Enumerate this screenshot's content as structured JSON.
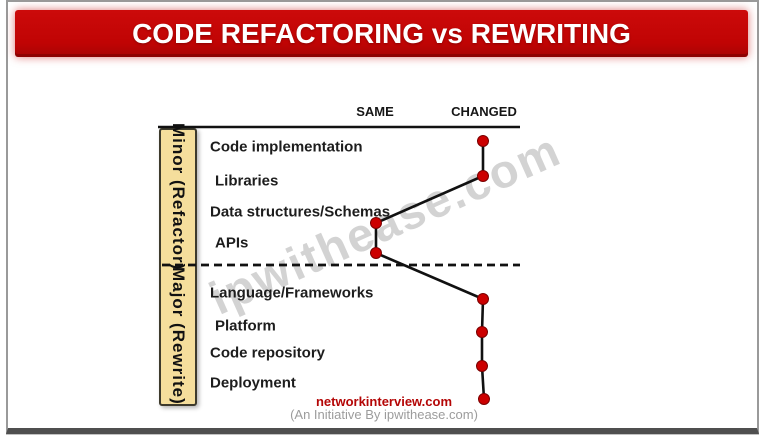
{
  "title": "CODE REFACTORING vs REWRITING",
  "columns": {
    "same_label": "SAME",
    "changed_label": "CHANGED"
  },
  "sections": [
    {
      "label": "Minor (Refactor)"
    },
    {
      "label": "Major (Rewrite)"
    }
  ],
  "rows": [
    {
      "label": "Code implementation",
      "section": "Minor (Refactor)",
      "status": "CHANGED"
    },
    {
      "label": "Libraries",
      "section": "Minor (Refactor)",
      "status": "CHANGED"
    },
    {
      "label": "Data structures/Schemas",
      "section": "Minor (Refactor)",
      "status": "SAME"
    },
    {
      "label": "APIs",
      "section": "Minor (Refactor)",
      "status": "SAME"
    },
    {
      "label": "Language/Frameworks",
      "section": "Major (Rewrite)",
      "status": "CHANGED"
    },
    {
      "label": "Platform",
      "section": "Major (Rewrite)",
      "status": "CHANGED"
    },
    {
      "label": "Code repository",
      "section": "Major (Rewrite)",
      "status": "CHANGED"
    },
    {
      "label": "Deployment",
      "section": "Major (Rewrite)",
      "status": "CHANGED"
    }
  ],
  "watermark": "ipwithease.com",
  "footer": {
    "site": "networkinterview.com",
    "initiative": "(An Initiative By ipwithease.com)"
  },
  "colors": {
    "banner_red": "#c00404",
    "dot_red": "#cc0000",
    "bar_tan": "#f5de9c",
    "line_black": "#111111",
    "watermark_gray": "#969696"
  }
}
